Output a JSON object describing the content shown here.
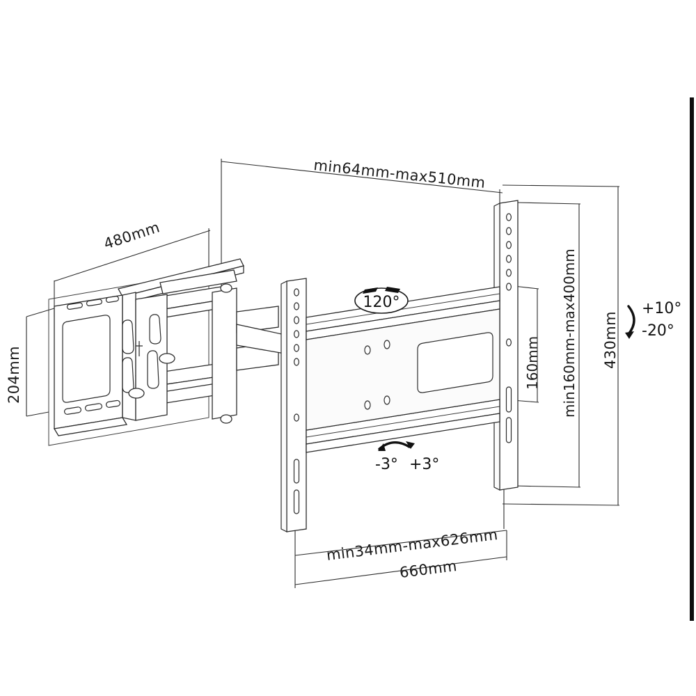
{
  "document": {
    "kind": "technical-line-drawing",
    "subject": "Full-motion TV wall mount bracket",
    "background_color": "#ffffff",
    "line_color": "#2b2b2b",
    "text_color": "#1a1a1a"
  },
  "dimensions": {
    "top_extension": "min64mm-max510mm",
    "plate_depth": "480mm",
    "plate_height": "204mm",
    "vesa_height_fixed": "160mm",
    "vesa_height_range": "min160mm-max400mm",
    "overall_height": "430mm",
    "bottom_extension": "min34mm-max626mm",
    "overall_width": "660mm"
  },
  "angles": {
    "swivel": "120°",
    "roll_negative": "-3°",
    "roll_positive": "+3°",
    "tilt_up": "+10°",
    "tilt_down": "-20°"
  },
  "icons": {
    "swivel_icon": "swivel-arrows-icon",
    "roll_icon": "roll-arc-arrow-icon",
    "tilt_icon": "tilt-arc-arrow-icon"
  }
}
